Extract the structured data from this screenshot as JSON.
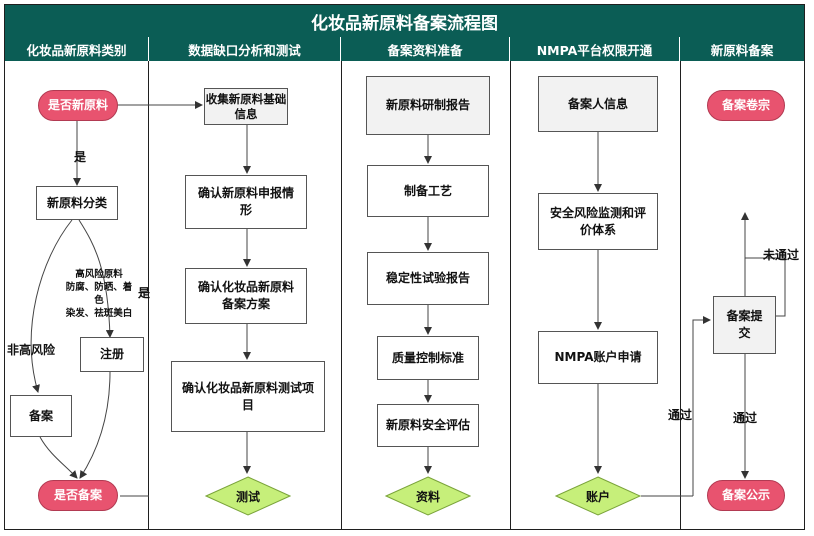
{
  "title": "化妆品新原料备案流程图",
  "lanes": [
    "化妆品新原料类别",
    "数据缺口分析和测试",
    "备案资料准备",
    "NMPA平台权限开通",
    "新原料备案"
  ],
  "lane1": {
    "is_new": "是否新原料",
    "yes": "是",
    "classify": "新原料分类",
    "high_risk_line1": "高风险原料",
    "high_risk_line2": "防腐、防晒、着色",
    "high_risk_line3": "染发、祛斑美白",
    "yes2": "是",
    "non_high_risk": "非高风险",
    "register": "注册",
    "record": "备案",
    "is_record": "是否备案"
  },
  "lane2": {
    "collect": "收集新原料基础信息",
    "confirm_declare": "确认新原料申报情形",
    "confirm_plan": "确认化妆品新原料备案方案",
    "confirm_test": "确认化妆品新原料测试项目",
    "test": "测试"
  },
  "lane3": {
    "report": "新原料研制报告",
    "process": "制备工艺",
    "stability": "稳定性试验报告",
    "quality": "质量控制标准",
    "safety": "新原料安全评估",
    "docs": "资料"
  },
  "lane4": {
    "filer": "备案人信息",
    "risk_system": "安全风险监测和评价体系",
    "account_apply": "NMPA账户申请",
    "account": "账户",
    "pass": "通过"
  },
  "lane5": {
    "dossier": "备案卷宗",
    "submit": "备案提交",
    "fail": "未通过",
    "pass": "通过",
    "publish": "备案公示"
  },
  "colors": {
    "header": "#0b5d55",
    "terminal": "#e8536f",
    "decision": "#c6ef7a"
  }
}
